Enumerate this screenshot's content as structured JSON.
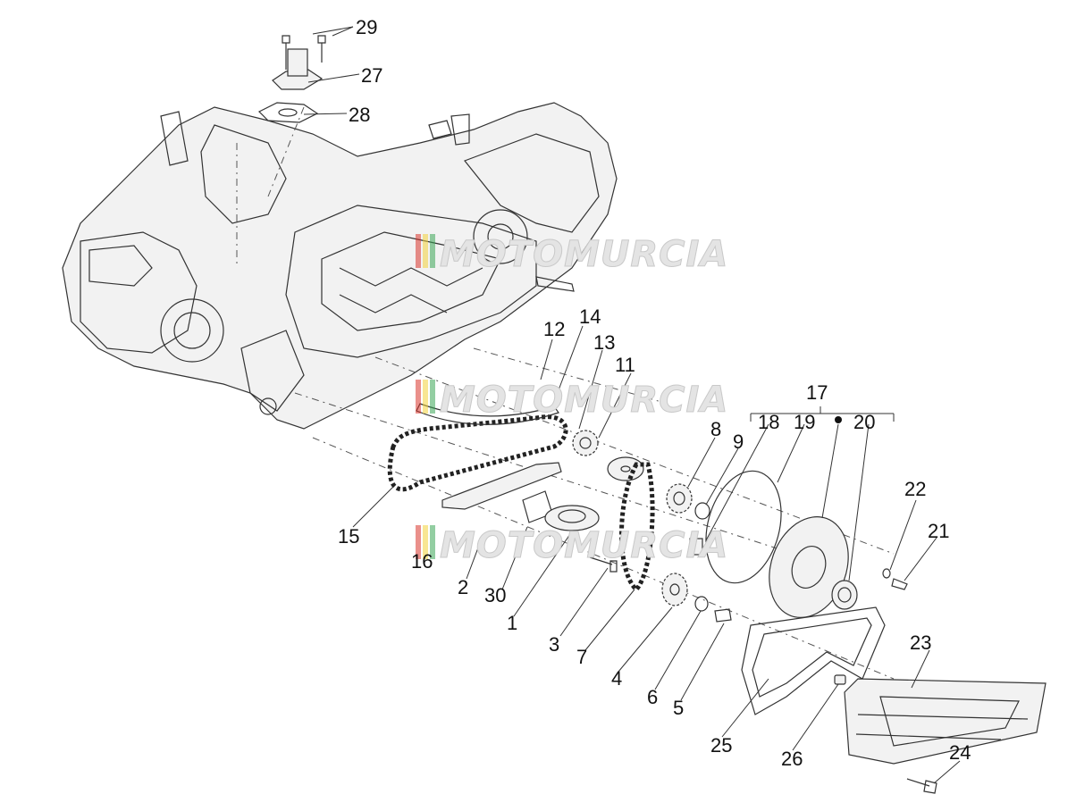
{
  "watermark": {
    "text": "MOTOMURCIA"
  },
  "callouts": {
    "c1": "1",
    "c2": "2",
    "c3": "3",
    "c4": "4",
    "c5": "5",
    "c6": "6",
    "c7": "7",
    "c8": "8",
    "c9": "9",
    "c11": "11",
    "c12": "12",
    "c13": "13",
    "c14": "14",
    "c15": "15",
    "c16": "16",
    "c17": "17",
    "c18": "18",
    "c19": "19",
    "c20": "20",
    "c21": "21",
    "c22": "22",
    "c23": "23",
    "c24": "24",
    "c25": "25",
    "c26": "26",
    "c27": "27",
    "c28": "28",
    "c29": "29",
    "c30": "30"
  },
  "colors": {
    "line": "#333333",
    "watermark_red": "#d8342c",
    "watermark_yellow": "#f3d23b",
    "watermark_green": "#3aa655"
  }
}
